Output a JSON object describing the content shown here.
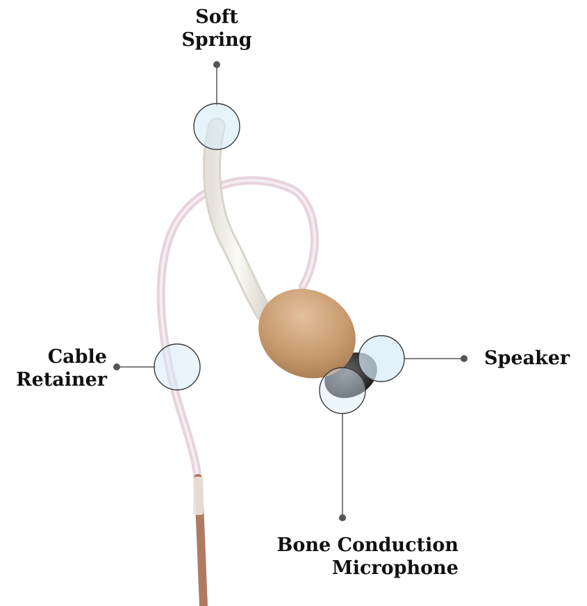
{
  "labels": {
    "soft_spring": [
      "Soft",
      "Spring"
    ],
    "cable_retainer": [
      "Cable",
      "Retainer"
    ],
    "speaker": [
      "Speaker"
    ],
    "bone_mic": [
      "Bone Conduction",
      "Microphone"
    ]
  },
  "colors": {
    "background": "#ffffff",
    "label_text": "#111111",
    "leader_line": "#555555",
    "callout_fill": "#d7ebf9",
    "callout_stroke": "#3a3a3a",
    "earpiece_body": "#c89a6e",
    "cable_clear": "#e8d6df",
    "cable_brown": "#b07a62",
    "spring_tube": "#f3f1ec",
    "speaker_tip": "#2c2c2c"
  }
}
